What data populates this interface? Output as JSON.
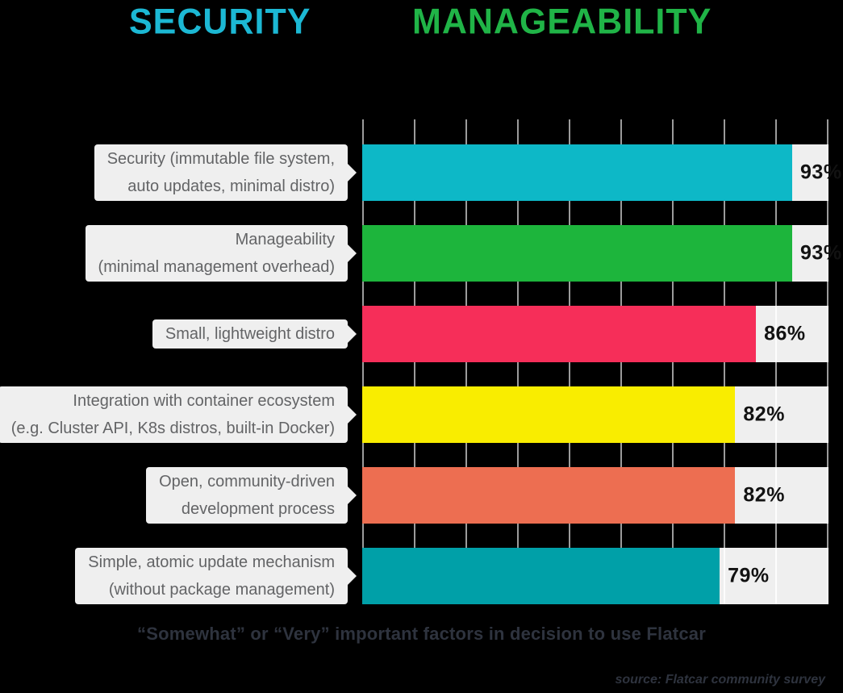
{
  "title": {
    "security": "SECURITY",
    "manageability": "MANAGEABILITY"
  },
  "colors": {
    "background": "#000000",
    "title_security": "#1cb8d4",
    "title_manageability": "#20b447",
    "gridline": "#9b9b9b",
    "label_box": "#efefef",
    "label_text": "#636466",
    "value_text": "#121212",
    "caption_text": "#2e333e"
  },
  "chart_data": {
    "type": "bar",
    "orientation": "horizontal",
    "axis_range": [
      10,
      100
    ],
    "gridline_step_percent": 10,
    "grid": true,
    "legend_position": "none",
    "categories": [
      {
        "label_lines": [
          "Security (immutable file system,",
          "auto updates, minimal distro)"
        ],
        "value": 93,
        "value_label": "93%",
        "color": "#0db8c7"
      },
      {
        "label_lines": [
          "Manageability",
          "(minimal management overhead)"
        ],
        "value": 93,
        "value_label": "93%",
        "color": "#1db53c"
      },
      {
        "label_lines": [
          "Small, lightweight distro"
        ],
        "value": 86,
        "value_label": "86%",
        "color": "#f62e59"
      },
      {
        "label_lines": [
          "Integration with container ecosystem",
          "(e.g. Cluster API, K8s distros, built-in Docker)"
        ],
        "value": 82,
        "value_label": "82%",
        "color": "#f9ed00"
      },
      {
        "label_lines": [
          "Open, community-driven",
          "development process"
        ],
        "value": 82,
        "value_label": "82%",
        "color": "#ed6e51"
      },
      {
        "label_lines": [
          "Simple, atomic update mechanism",
          "(without package management)"
        ],
        "value": 79,
        "value_label": "79%",
        "color": "#00a0a8"
      }
    ],
    "caption": "“Somewhat” or “Very” important factors in decision to use Flatcar",
    "source": "source: Flatcar community survey"
  }
}
